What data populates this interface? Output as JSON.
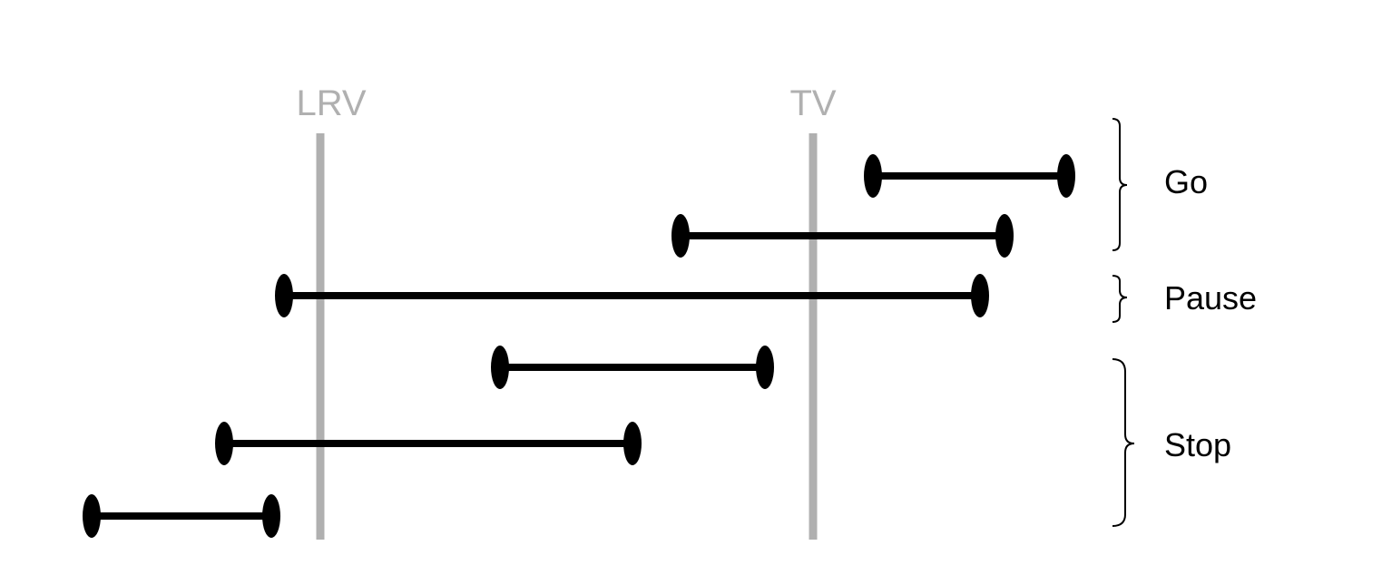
{
  "reference_lines": [
    {
      "id": "lrv",
      "label": "LRV",
      "color": "#b0b0b0"
    },
    {
      "id": "tv",
      "label": "TV",
      "color": "#b0b0b0"
    }
  ],
  "groups": [
    {
      "id": "go",
      "label": "Go"
    },
    {
      "id": "pause",
      "label": "Pause"
    },
    {
      "id": "stop",
      "label": "Stop"
    }
  ],
  "colors": {
    "interval": "#000000",
    "reference": "#b0b0b0",
    "background": "#ffffff"
  }
}
